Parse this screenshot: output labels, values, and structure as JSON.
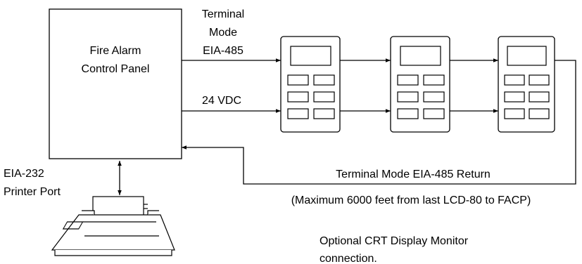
{
  "panel": {
    "line1": "Fire Alarm",
    "line2": "Control Panel"
  },
  "labels": {
    "terminal_line1": "Terminal",
    "terminal_line2": "Mode",
    "terminal_line3": "EIA-485",
    "power": "24 VDC",
    "return": "Terminal Mode EIA-485 Return",
    "max_distance": "(Maximum 6000 feet from last LCD-80 to FACP)",
    "printer_line1": "EIA-232",
    "printer_line2": "Printer Port",
    "optional_line1": "Optional CRT Display Monitor",
    "optional_line2": "connection."
  },
  "colors": {
    "stroke": "#000000",
    "background": "#ffffff"
  }
}
